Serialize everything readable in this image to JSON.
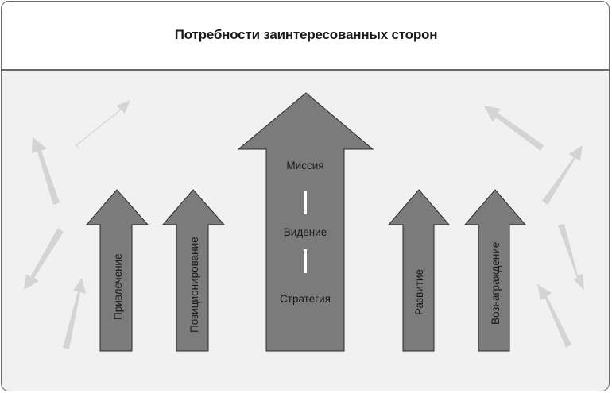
{
  "title": "Потребности заинтересованных сторон",
  "center_arrow": {
    "labels": [
      "Миссия",
      "Видение",
      "Стратегия"
    ]
  },
  "side_arrows": [
    {
      "label": "Привлечение"
    },
    {
      "label": "Позиционирование"
    },
    {
      "label": "Развитие"
    },
    {
      "label": "Вознаграждение"
    }
  ],
  "colors": {
    "arrow_fill": "#7b7b7b",
    "arrow_stroke": "#2a2a2a",
    "light_arrow": "#d4d4d4",
    "panel": "#f1f1f1"
  }
}
